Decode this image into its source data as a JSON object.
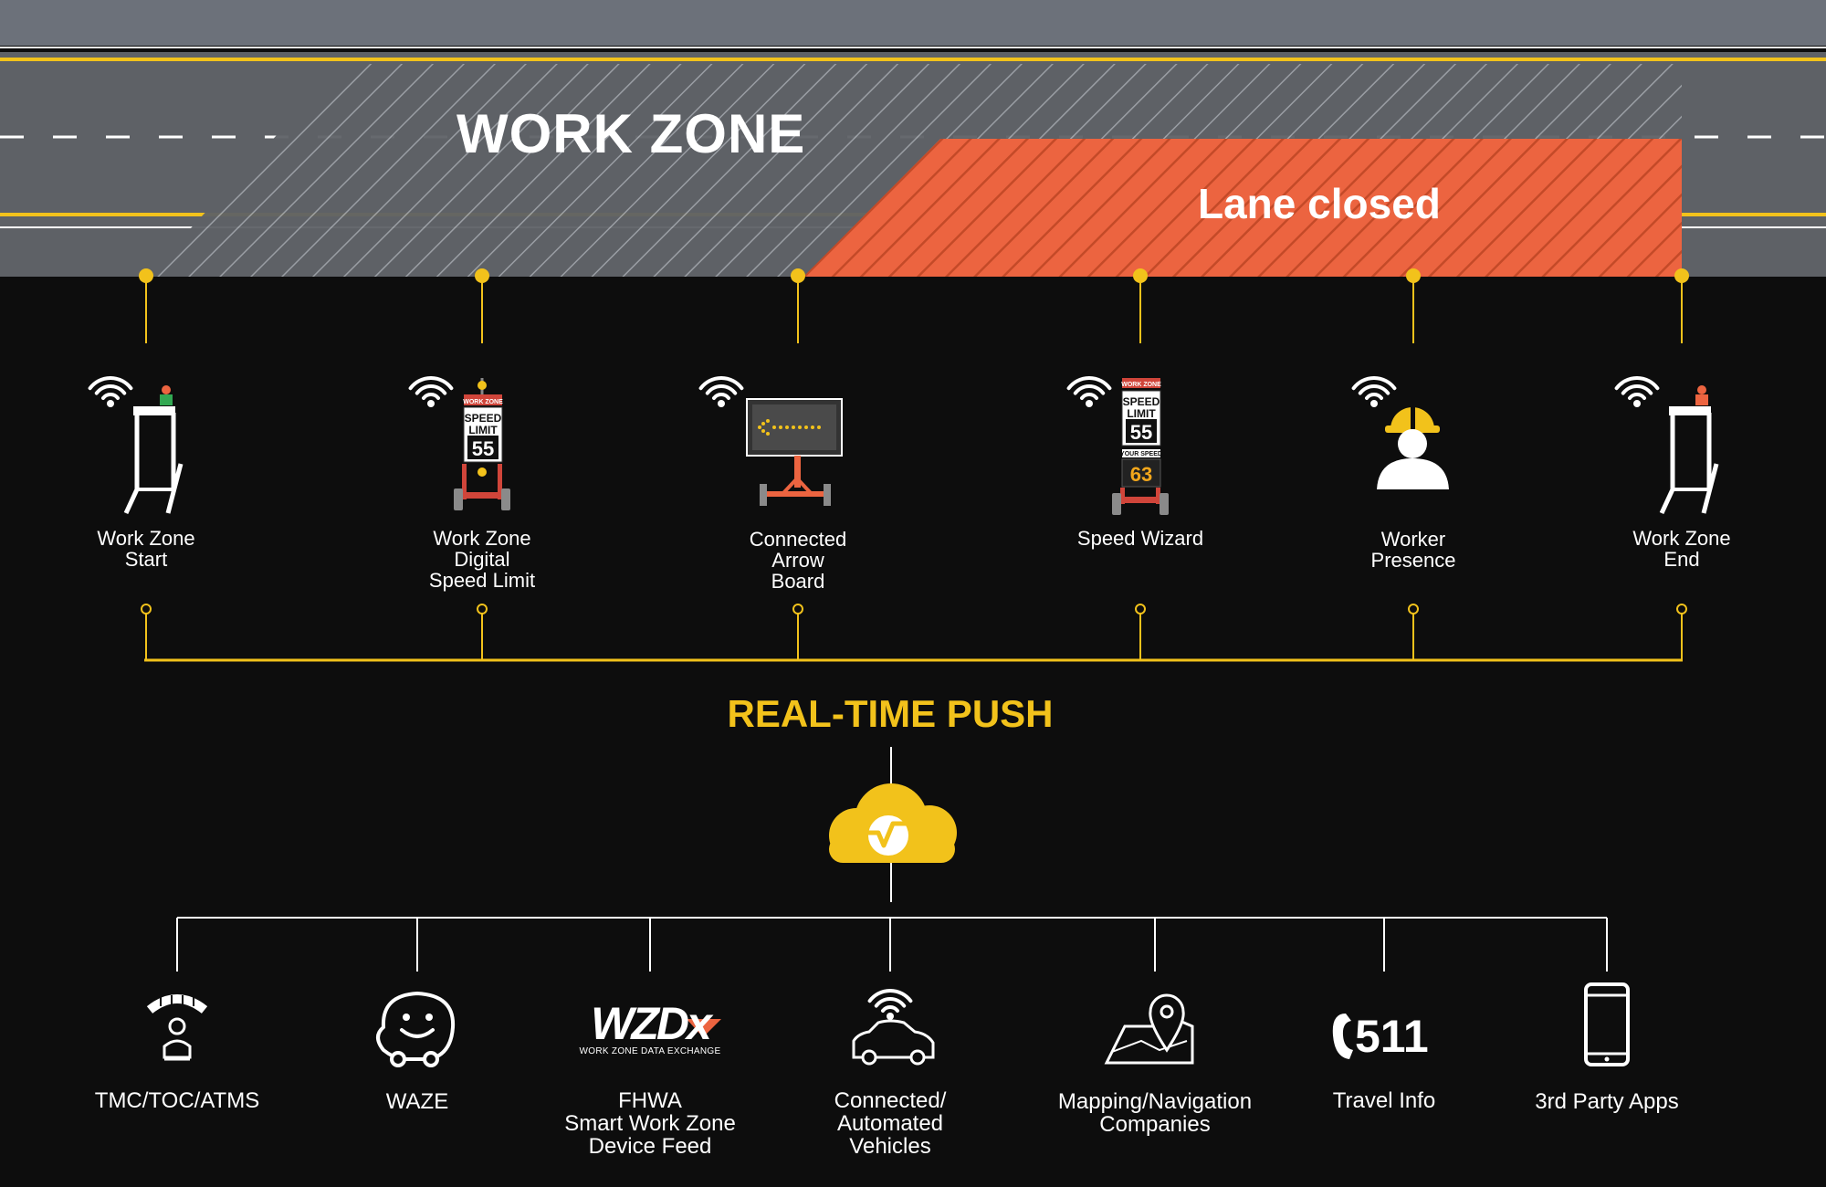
{
  "road": {
    "work_zone_title": "WORK ZONE",
    "lane_closed_label": "Lane closed"
  },
  "devices": [
    {
      "label": "Work Zone\nStart",
      "icon": "barrier-gate-icon"
    },
    {
      "label": "Work Zone\nDigital\nSpeed Limit",
      "icon": "digital-speed-limit-sign-icon"
    },
    {
      "label": "Connected\nArrow\nBoard",
      "icon": "arrow-board-icon"
    },
    {
      "label": "Speed Wizard",
      "icon": "speed-wizard-sign-icon"
    },
    {
      "label": "Worker\nPresence",
      "icon": "worker-hardhat-icon"
    },
    {
      "label": "Work Zone\nEnd",
      "icon": "barrier-gate-icon"
    }
  ],
  "sign_text": {
    "work_zone": "WORK ZONE",
    "speed": "SPEED",
    "limit": "LIMIT",
    "limit_value": "55",
    "your_speed": "YOUR SPEED",
    "your_speed_value": "63"
  },
  "hub": {
    "title": "REAL-TIME PUSH",
    "icon": "cloud-icon"
  },
  "outputs": [
    {
      "label": "TMC/TOC/ATMS",
      "icon": "operator-console-icon"
    },
    {
      "label": "WAZE",
      "icon": "waze-icon"
    },
    {
      "label": "FHWA\nSmart Work Zone\nDevice Feed",
      "icon": "wzdx-logo-icon"
    },
    {
      "label": "Connected/\nAutomated\nVehicles",
      "icon": "connected-car-icon"
    },
    {
      "label": "Mapping/Navigation\nCompanies",
      "icon": "map-pin-icon"
    },
    {
      "label": "Travel Info",
      "icon": "phone-511-icon"
    },
    {
      "label": "3rd Party Apps",
      "icon": "smartphone-icon"
    }
  ],
  "wzdx": {
    "logo_text": "WZDx",
    "logo_subtitle": "WORK ZONE DATA EXCHANGE"
  },
  "travel_info_number": "511",
  "colors": {
    "background": "#0d0d0d",
    "road": "#5e6166",
    "road_top": "#6c717a",
    "accent_yellow": "#f2c21b",
    "lane_closed": "#ec6440",
    "text": "#ffffff"
  }
}
